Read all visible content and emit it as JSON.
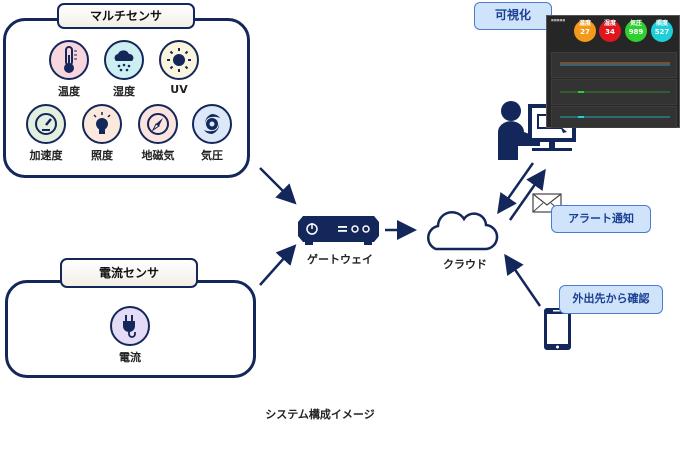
{
  "multi_sensor": {
    "title": "マルチセンサ",
    "sensors": [
      {
        "label": "温度",
        "icon": "thermometer-icon",
        "bg": "#f8d6de"
      },
      {
        "label": "湿度",
        "icon": "rain-cloud-icon",
        "bg": "#cdeff2"
      },
      {
        "label": "UV",
        "icon": "sun-icon",
        "bg": "#fbf5dd"
      },
      {
        "label": "加速度",
        "icon": "speedometer-icon",
        "bg": "#e3efdf"
      },
      {
        "label": "照度",
        "icon": "light-bulb-icon",
        "bg": "#fbe9dd"
      },
      {
        "label": "地磁気",
        "icon": "compass-icon",
        "bg": "#fbe3de"
      },
      {
        "label": "気圧",
        "icon": "typhoon-icon",
        "bg": "#dce7f8"
      }
    ]
  },
  "current_sensor": {
    "title": "電流センサ",
    "sensors": [
      {
        "label": "電流",
        "icon": "plug-icon",
        "bg": "#e4dcf6"
      }
    ]
  },
  "gateway": {
    "label": "ゲートウェイ"
  },
  "cloud": {
    "label": "クラウド"
  },
  "visualize": {
    "label": "可視化"
  },
  "alert": {
    "label": "アラート通知"
  },
  "remote": {
    "label": "外出先から確認"
  },
  "caption": "システム構成イメージ",
  "dashboard": {
    "gauges": [
      {
        "title": "温度",
        "value": "27",
        "color": "#f39a1c"
      },
      {
        "title": "湿度",
        "value": "34",
        "color": "#e0161e"
      },
      {
        "title": "気圧",
        "value": "989",
        "color": "#2ecf2e"
      },
      {
        "title": "照度",
        "value": "527",
        "color": "#1fcfd8"
      }
    ]
  },
  "colors": {
    "navy": "#13275a",
    "callout_bg": "#cfe3fb",
    "callout_text": "#1b3f91"
  }
}
